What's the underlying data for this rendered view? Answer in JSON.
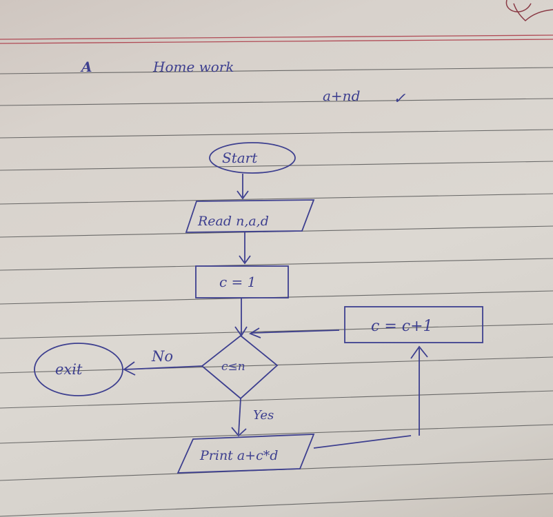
{
  "page": {
    "heading": "Home work",
    "margin_mark": "A",
    "formula": "a+nd",
    "formula_check": "✓"
  },
  "colors": {
    "ink": "#3d3f8f",
    "ruling": "#4a4a4a",
    "margin_red": "#b04a55",
    "paper": "#dcd8d2"
  },
  "flowchart": {
    "start": "Start",
    "read": "Read n,a,d",
    "init": "c = 1",
    "condition": "c≤n",
    "no_label": "No",
    "yes_label": "Yes",
    "exit": "exit",
    "print": "Print a+c*d",
    "increment": "c = c+1"
  }
}
